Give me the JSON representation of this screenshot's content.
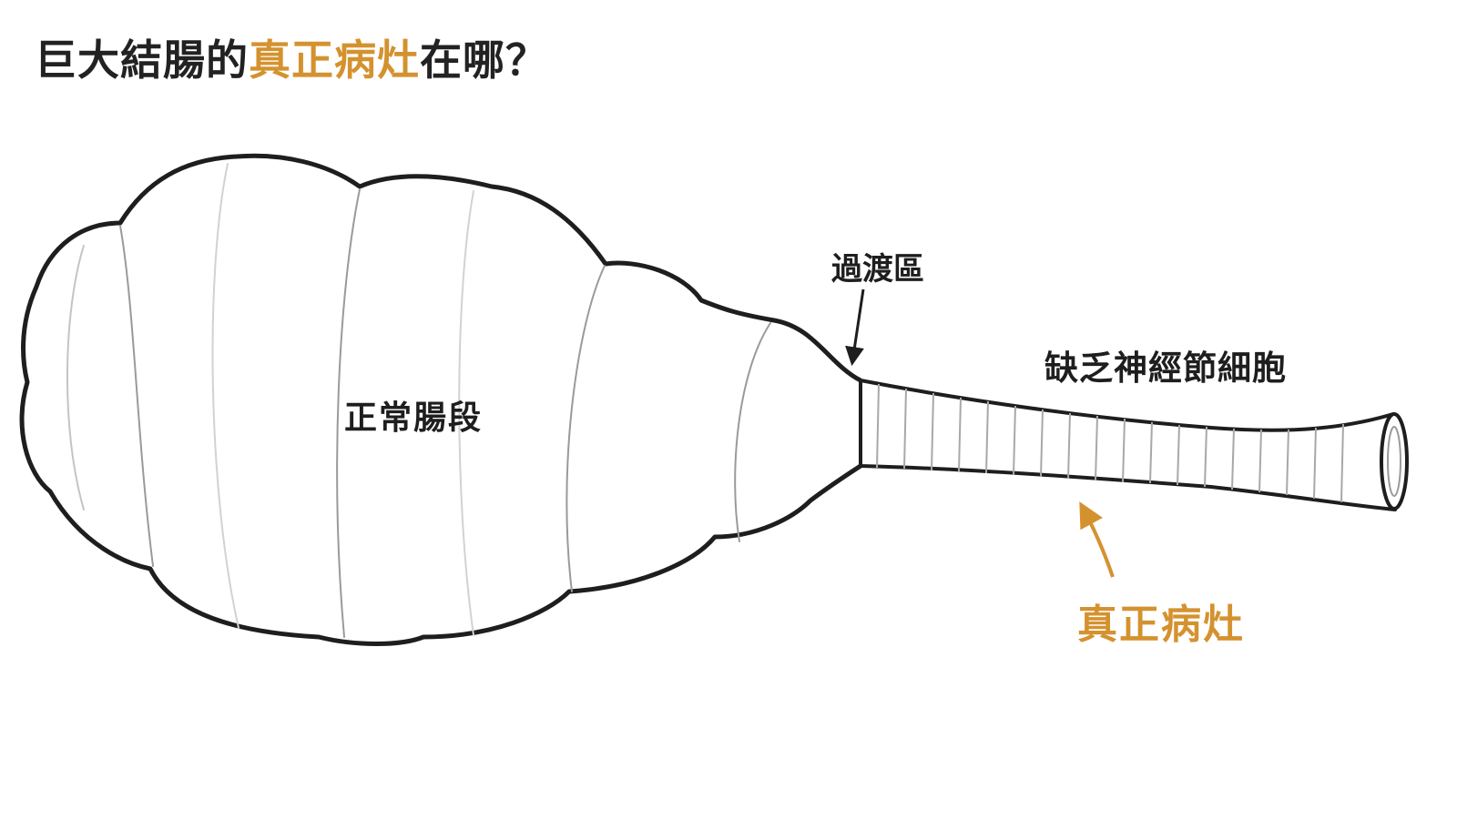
{
  "title": {
    "prefix": "巨大結腸的",
    "highlight": "真正病灶",
    "suffix": "在哪？"
  },
  "labels": {
    "normal_segment": "正常腸段",
    "transition_zone": "過渡區",
    "aganglionic_segment": "缺乏神經節細胞",
    "true_lesion": "真正病灶"
  },
  "colors": {
    "accent": "#d4922f",
    "ink": "#1e1e1e",
    "background": "#ffffff"
  }
}
